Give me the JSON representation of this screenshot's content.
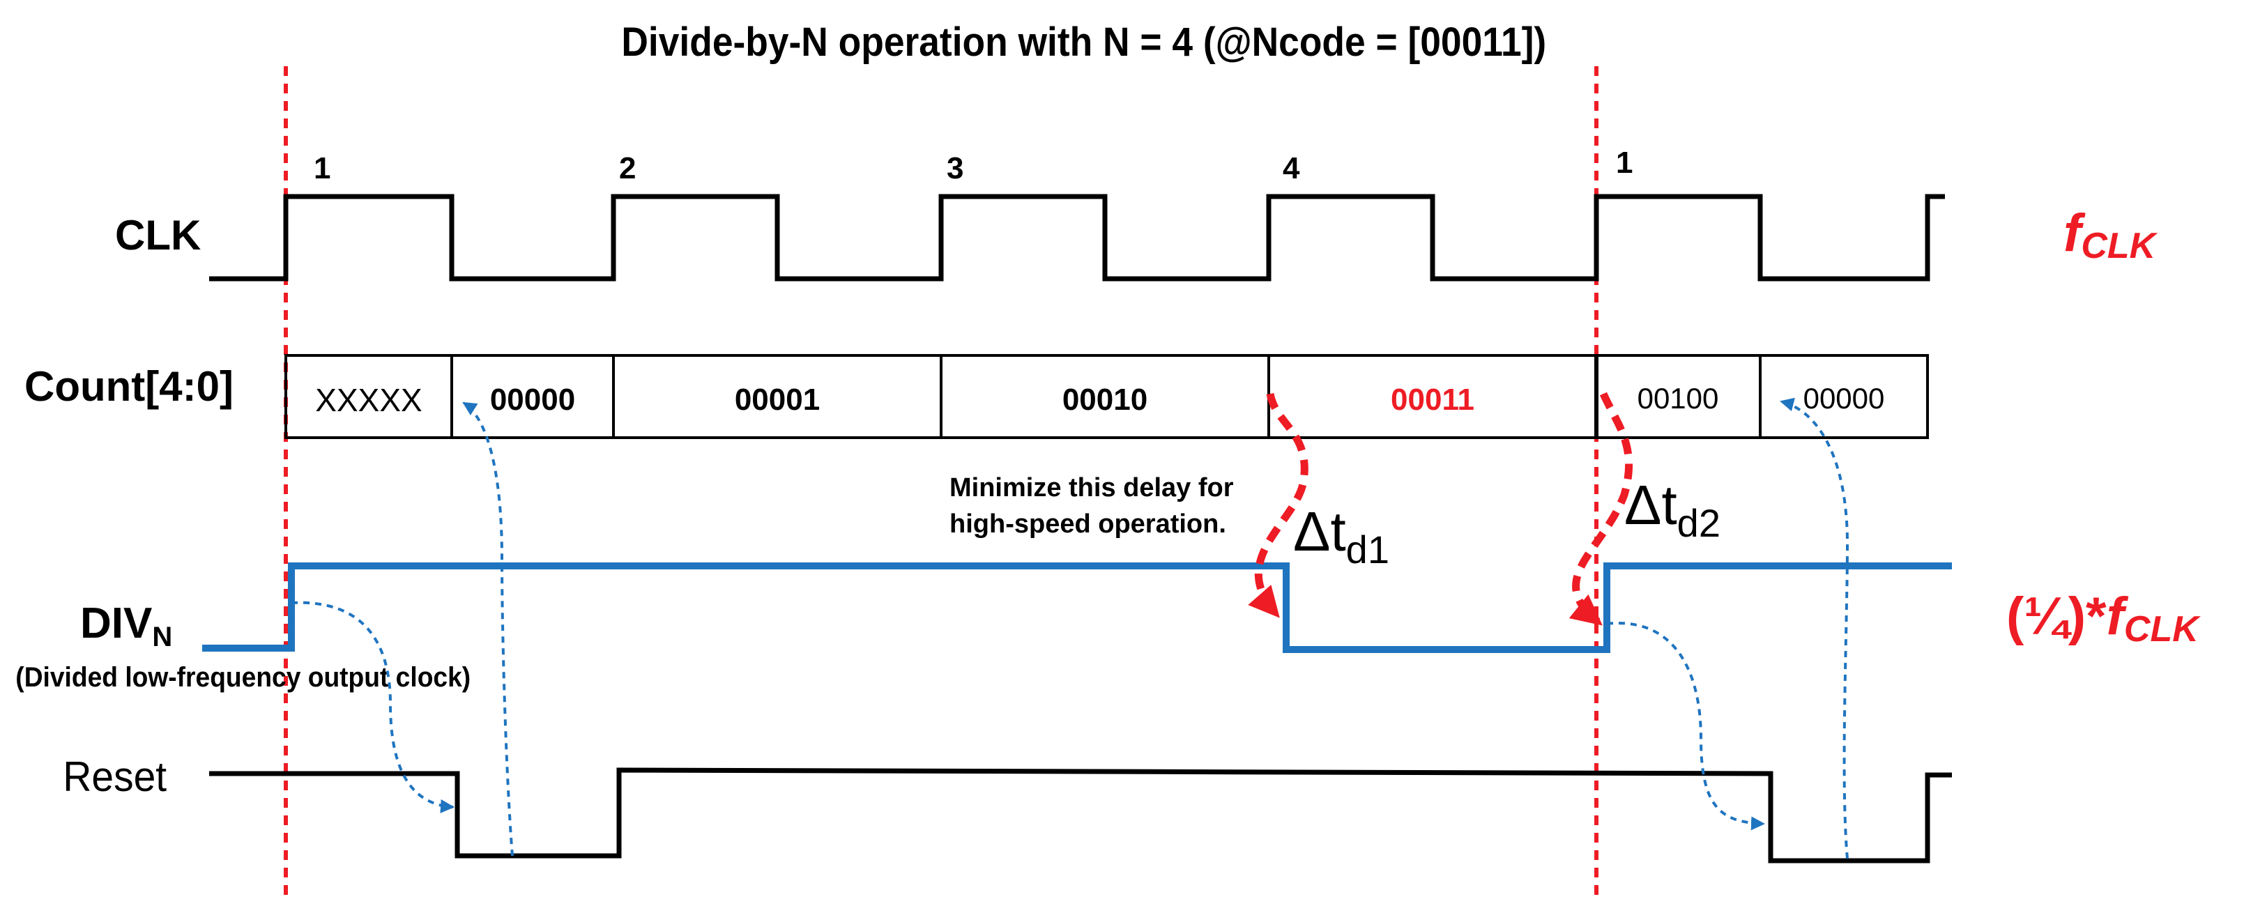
{
  "title": "Divide-by-N operation with N = 4 (@Ncode = [00011])",
  "clk": {
    "label": "CLK",
    "edge_numbers": [
      "1",
      "2",
      "3",
      "4",
      "1"
    ],
    "freq_main": "f",
    "freq_sub": "CLK"
  },
  "count": {
    "label": "Count[4:0]",
    "cells": [
      "XXXXX",
      "00000",
      "00001",
      "00010",
      "00011",
      "00100",
      "00000"
    ]
  },
  "div": {
    "label_main": "DIV",
    "label_sub": "N",
    "caption": "(Divided low-frequency output clock)",
    "freq_prefix": "(¼)*",
    "freq_main": "f",
    "freq_sub": "CLK"
  },
  "reset": {
    "label": "Reset"
  },
  "annotations": {
    "note_line1": "Minimize this delay for",
    "note_line2": "high-speed operation.",
    "delay1_main": "Δt",
    "delay1_sub": "d1",
    "delay2_main": "Δt",
    "delay2_sub": "d2"
  },
  "colors": {
    "black": "#000000",
    "red": "#ee1c24",
    "blue": "#1f74bf",
    "highlight": "#ee1c24"
  }
}
